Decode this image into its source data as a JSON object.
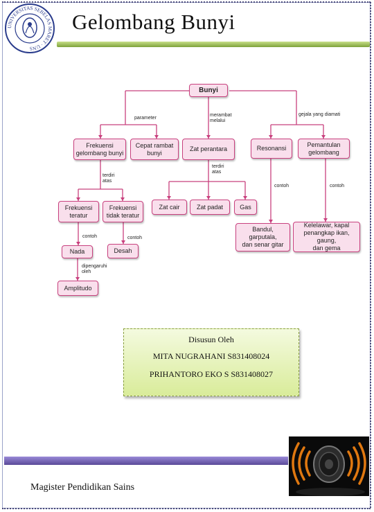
{
  "header": {
    "title": "Gelombang Bunyi",
    "logo_text": "UNIVERSITAS SEBELAS MARET · UNS"
  },
  "diagram": {
    "root": "Bunyi",
    "edges": {
      "parameter": "parameter",
      "merambat": [
        "merambat",
        "melalui"
      ],
      "gejala": "gejala yang diamati",
      "terdiri_a": [
        "terdiri",
        "atas"
      ],
      "terdiri_b": [
        "terdiri",
        "atas"
      ],
      "contoh_resonansi": "contoh",
      "contoh_pemantulan": "contoh",
      "contoh_teratur": "contoh",
      "contoh_tidak_teratur": "contoh",
      "dipengaruhi": [
        "dipengaruhi",
        "oleh"
      ]
    },
    "nodes": {
      "frekuensi_gelombang": [
        "Frekuensi",
        "gelombang bunyi"
      ],
      "cepat_rambat": [
        "Cepat rambat",
        "bunyi"
      ],
      "zat_perantara": "Zat perantara",
      "resonansi": "Resonansi",
      "pemantulan": [
        "Pemantulan",
        "gelombang"
      ],
      "frekuensi_teratur": [
        "Frekuensi",
        "teratur"
      ],
      "frekuensi_tidak_teratur": [
        "Frekuensi",
        "tidak teratur"
      ],
      "zat_cair": "Zat cair",
      "zat_padat": "Zat padat",
      "gas": "Gas",
      "nada": "Nada",
      "desah": "Desah",
      "amplitudo": "Amplitudo",
      "contoh_resonansi": [
        "Bandul, garputala,",
        "dan senar gitar"
      ],
      "contoh_pemantulan": [
        "Kelelawar, kapal",
        "penangkap ikan, gaung,",
        "dan gema"
      ]
    }
  },
  "credits": {
    "heading": "Disusun Oleh",
    "authors": [
      "MITA NUGRAHANI  S831408024",
      "PRIHANTORO EKO S  S831408027"
    ]
  },
  "footer": {
    "text": "Magister Pendidikan Sains"
  },
  "colors": {
    "node_fill": "#f9dfec",
    "node_border": "#c8407e",
    "line": "#c8407e",
    "title_bar": "#7ea23a",
    "footer_bar": "#5a4a98"
  }
}
